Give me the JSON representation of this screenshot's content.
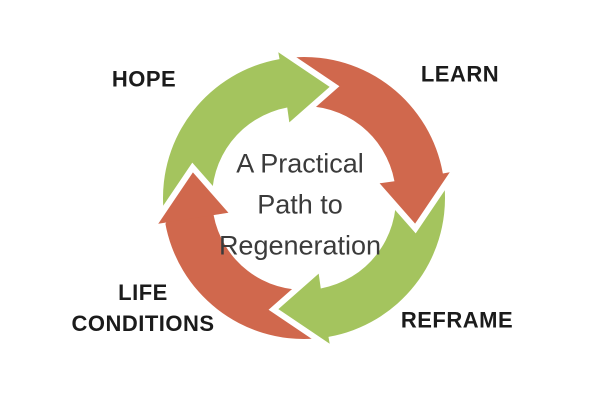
{
  "diagram": {
    "type": "cycle",
    "direction": "clockwise",
    "center_title": [
      "A Practical",
      "Path to",
      "Regeneration"
    ],
    "labels": {
      "top_left": "HOPE",
      "top_right": "LEARN",
      "bottom_right": "REFRAME",
      "bottom_left": [
        "LIFE",
        "CONDITIONS"
      ]
    },
    "arrows": [
      {
        "position": "top",
        "color_key": "green",
        "from_label": "HOPE",
        "to_label": "LEARN"
      },
      {
        "position": "right",
        "color_key": "red",
        "from_label": "LEARN",
        "to_label": "REFRAME"
      },
      {
        "position": "bottom",
        "color_key": "green",
        "from_label": "REFRAME",
        "to_label": "LIFE CONDITIONS"
      },
      {
        "position": "left",
        "color_key": "red",
        "from_label": "LIFE CONDITIONS",
        "to_label": "HOPE"
      }
    ],
    "colors": {
      "green": "#a4c45e",
      "red": "#d0684d",
      "label_text": "#1b1b1b",
      "center_text": "#3b3b3b",
      "background": "#ffffff",
      "arrow_gap": "#ffffff"
    }
  }
}
